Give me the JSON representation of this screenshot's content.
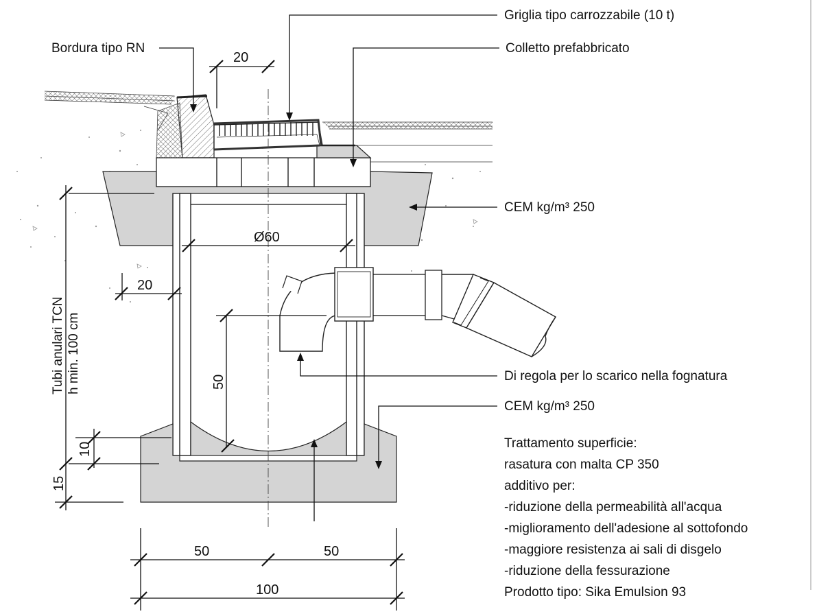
{
  "labels": {
    "griglia": "Griglia tipo carrozzabile (10 t)",
    "bordura": "Bordura tipo RN",
    "colletto": "Colletto prefabbricato",
    "cem_top": "CEM kg/m³ 250",
    "scarico": "Di regola per lo scarico nella fognatura",
    "cem_bottom": "CEM kg/m³ 250",
    "tubi_line1": "Tubi anulari TCN",
    "tubi_line2": "h min. 100 cm"
  },
  "dimensions": {
    "top_20": "20",
    "diameter": "Ø60",
    "wall_20": "20",
    "depth_50": "50",
    "base_10": "10",
    "base_15": "15",
    "width_left_50": "50",
    "width_right_50": "50",
    "width_total": "100"
  },
  "notes": {
    "lines": [
      "Trattamento superficie:",
      "rasatura con malta CP 350",
      "additivo per:",
      "-riduzione della permeabilità all'acqua",
      "-miglioramento dell'adesione al sottofondo",
      "-maggiore resistenza ai sali di disgelo",
      "-riduzione della fessurazione",
      "Prodotto tipo: Sika Emulsion 93"
    ]
  }
}
